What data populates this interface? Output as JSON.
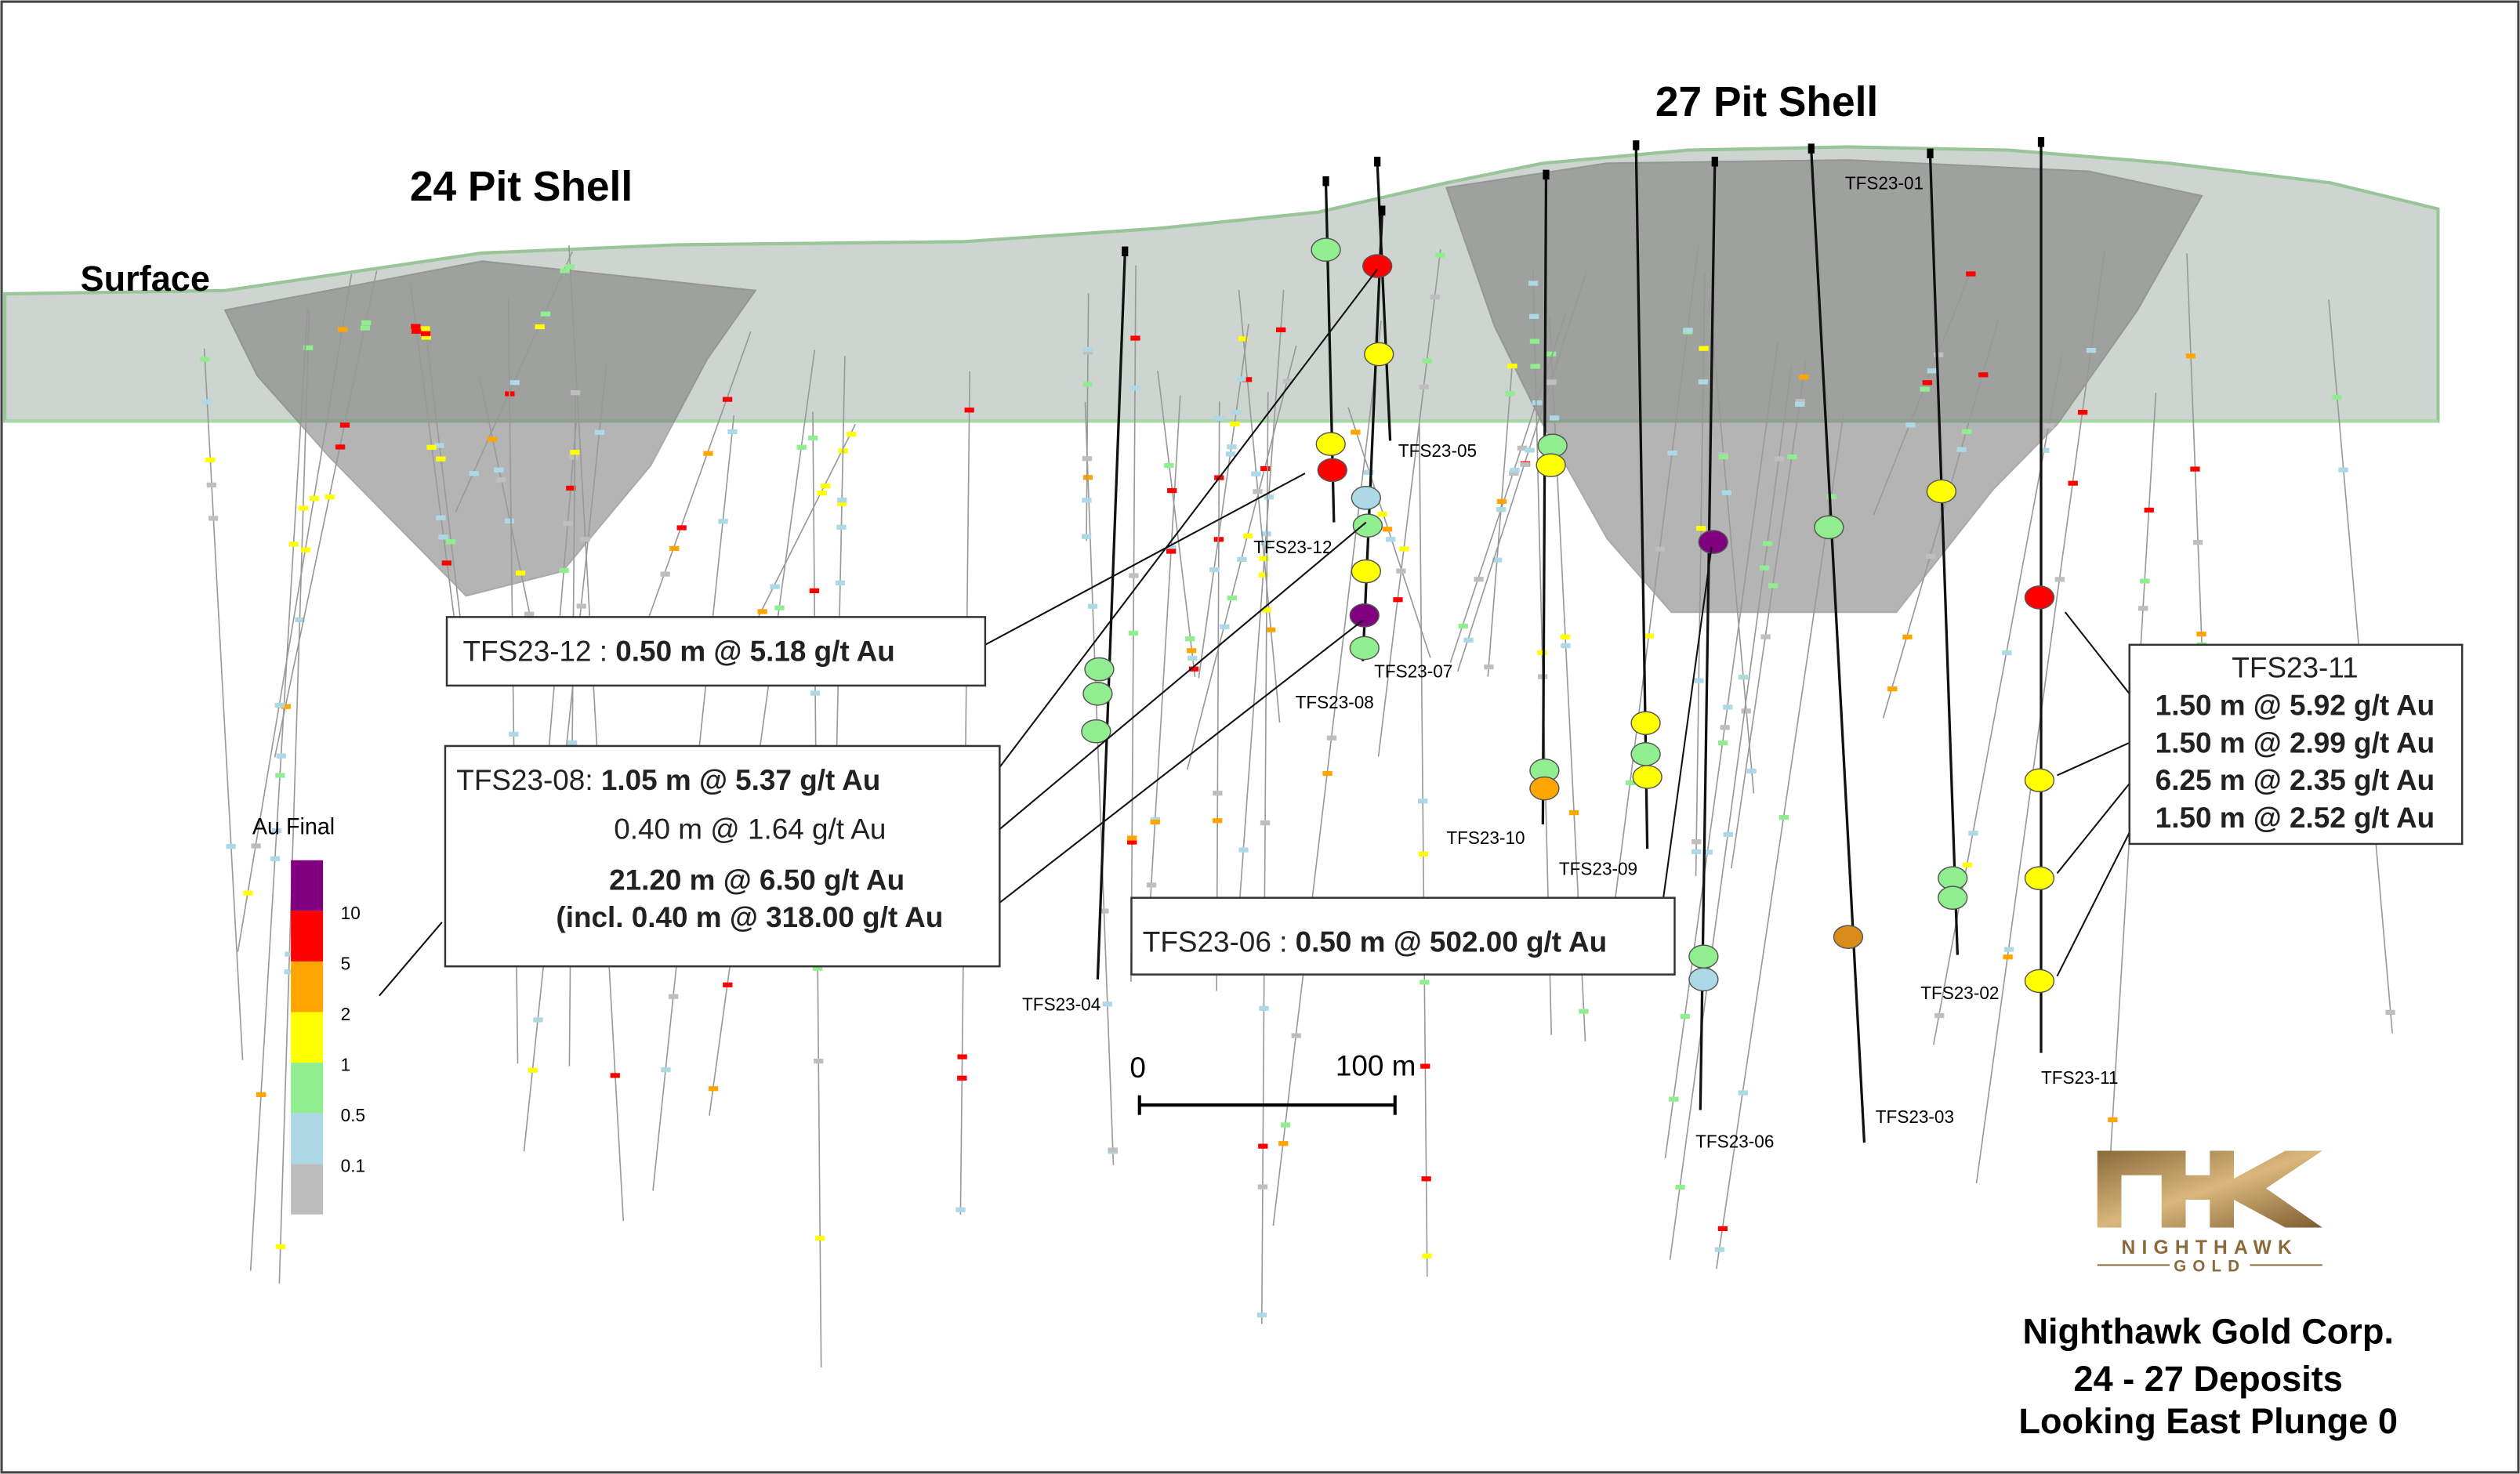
{
  "titles": {
    "pit24": "24 Pit Shell",
    "pit27": "27 Pit Shell",
    "surface": "Surface"
  },
  "legend": {
    "title": "Au Final",
    "bins": [
      {
        "color": "#800080",
        "label": "10"
      },
      {
        "color": "#ff0000",
        "label": "5"
      },
      {
        "color": "#ffa500",
        "label": "2"
      },
      {
        "color": "#ffff00",
        "label": "1"
      },
      {
        "color": "#90ee90",
        "label": "0.5"
      },
      {
        "color": "#add8e6",
        "label": "0.1"
      },
      {
        "color": "#bebebe",
        "label": ""
      }
    ]
  },
  "holes": {
    "h05": "TFS23-05",
    "h12": "TFS23-12",
    "h07": "TFS23-07",
    "h08": "TFS23-08",
    "h04": "TFS23-04",
    "h10": "TFS23-10",
    "h09": "TFS23-09",
    "h06": "TFS23-06",
    "h03": "TFS23-03",
    "h01": "TFS23-01",
    "h02": "TFS23-02",
    "h11": "TFS23-11"
  },
  "callouts": {
    "c12": {
      "hole": "TFS23-12 : ",
      "text": "0.50 m @ 5.18 g/t Au"
    },
    "c08": {
      "hole": "TFS23-08: ",
      "l1": "1.05 m @ 5.37 g/t Au",
      "l2": "0.40 m @ 1.64 g/t Au",
      "l3": "21.20 m @ 6.50 g/t Au",
      "l4": "(incl. 0.40 m @ 318.00 g/t Au"
    },
    "c06": {
      "hole": "TFS23-06 : ",
      "text": "0.50 m @ 502.00 g/t Au"
    },
    "c11": {
      "hole": "TFS23-11",
      "l1": "1.50 m @ 5.92 g/t Au",
      "l2": "1.50 m @ 2.99 g/t Au",
      "l3": "6.25 m @ 2.35 g/t Au",
      "l4": "1.50 m @ 2.52 g/t Au"
    }
  },
  "scale": {
    "zero": "0",
    "end": "100 m"
  },
  "logo": {
    "mark": "NHK",
    "word": "NIGHTHAWK",
    "sub": "GOLD"
  },
  "caption": {
    "l1": "Nighthawk Gold Corp.",
    "l2": "24 - 27 Deposits",
    "l3": "Looking East Plunge 0"
  }
}
